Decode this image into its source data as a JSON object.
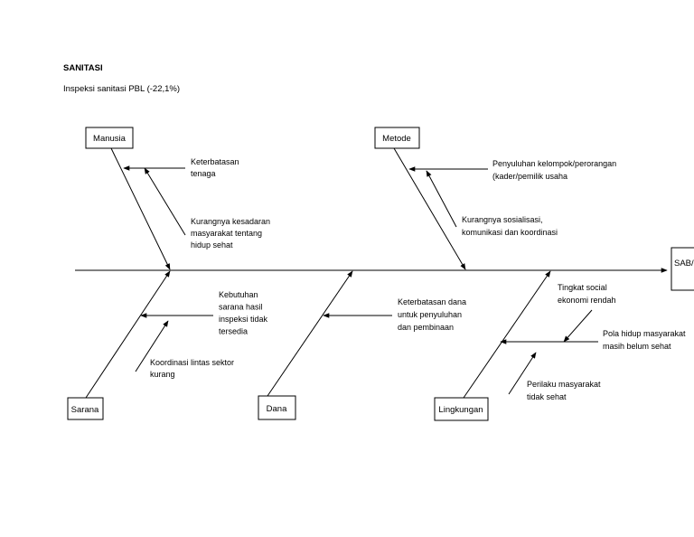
{
  "header": {
    "title": "SANITASI",
    "subtitle": "Inspeksi sanitasi PBL (-22,1%)"
  },
  "diagram": {
    "head": "SAB/S",
    "categories": {
      "manusia": "Manusia",
      "metode": "Metode",
      "sarana": "Sarana",
      "dana": "Dana",
      "lingkungan": "Lingkungan"
    },
    "causes": {
      "manusia_1": [
        "Keterbatasan",
        "tenaga"
      ],
      "manusia_2": [
        "Kurangnya kesadaran",
        "masyarakat tentang",
        "hidup sehat"
      ],
      "metode_1": [
        "Penyuluhan kelompok/perorangan",
        "(kader/pemilik usaha"
      ],
      "metode_2": [
        "Kurangnya sosialisasi,",
        "komunikasi dan koordinasi"
      ],
      "sarana_1": [
        "Kebutuhan",
        "sarana hasil",
        "inspeksi tidak",
        "tersedia"
      ],
      "sarana_2": [
        "Koordinasi lintas sektor",
        "kurang"
      ],
      "dana_1": [
        "Keterbatasan dana",
        "untuk penyuluhan",
        "dan pembinaan"
      ],
      "lingkungan_1": [
        "Tingkat social",
        "ekonomi rendah"
      ],
      "lingkungan_2": [
        "Pola hidup masyarakat",
        "masih belum sehat"
      ],
      "lingkungan_3": [
        "Perilaku masyarakat",
        "tidak sehat"
      ]
    }
  }
}
